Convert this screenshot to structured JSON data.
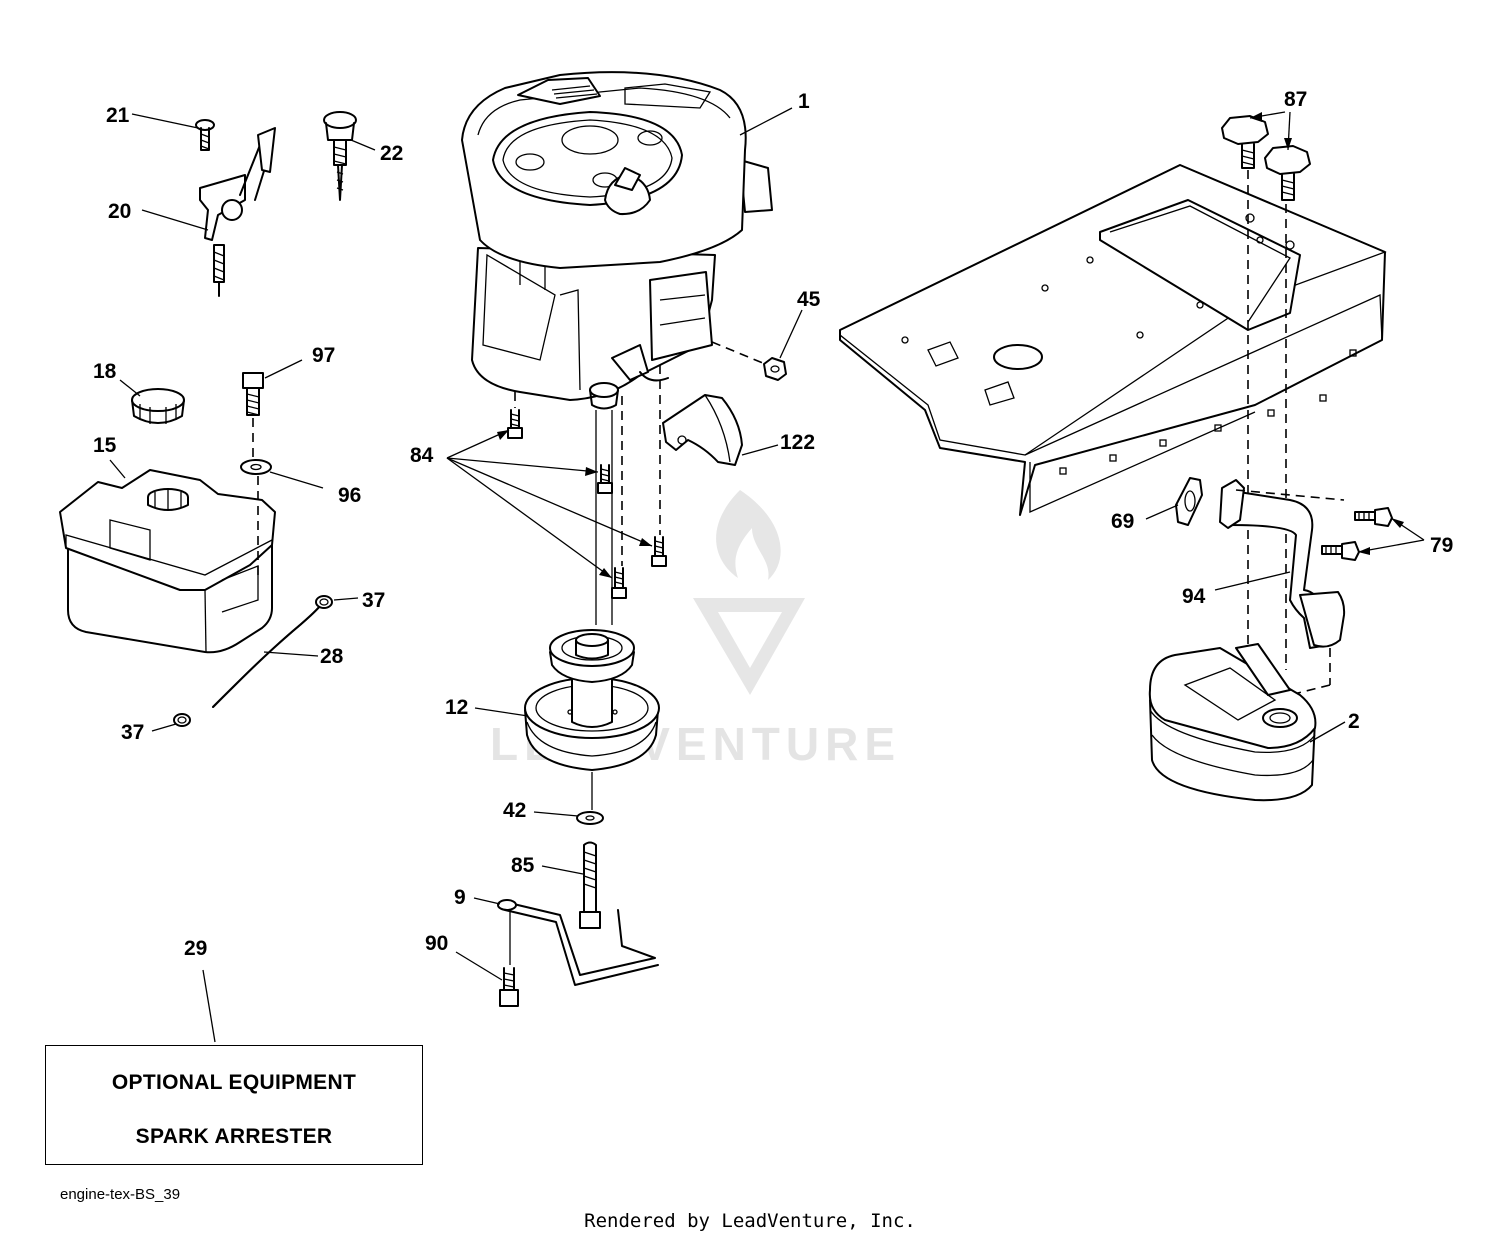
{
  "callouts": {
    "c1": "1",
    "c2": "2",
    "c9": "9",
    "c12": "12",
    "c15": "15",
    "c18": "18",
    "c20": "20",
    "c21": "21",
    "c22": "22",
    "c28": "28",
    "c29": "29",
    "c37a": "37",
    "c37b": "37",
    "c42": "42",
    "c45": "45",
    "c69": "69",
    "c79": "79",
    "c84": "84",
    "c85": "85",
    "c87": "87",
    "c90": "90",
    "c94": "94",
    "c96": "96",
    "c97": "97",
    "c122": "122"
  },
  "note": {
    "line1": "OPTIONAL EQUIPMENT",
    "line2": "SPARK ARRESTER"
  },
  "diagram_id": "engine-tex-BS_39",
  "watermark": {
    "text": "LEADVENTURE"
  },
  "footer": "Rendered by LeadVenture, Inc."
}
